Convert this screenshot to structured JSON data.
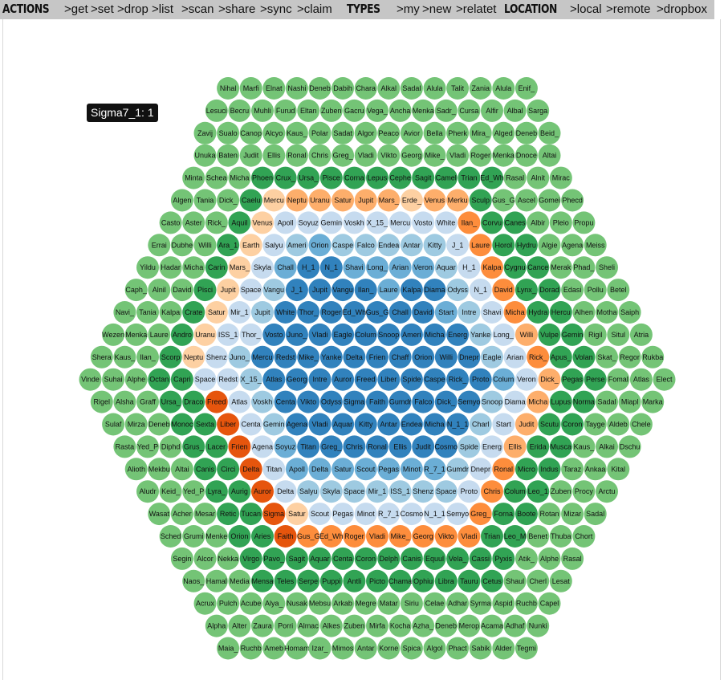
{
  "menu": {
    "actions_title": "ACTIONS",
    "actions": [
      ">get",
      ">set",
      ">drop",
      ">list",
      ">scan",
      ">share",
      ">sync",
      ">claim"
    ],
    "types_title": "TYPES",
    "types": [
      ">my",
      ">new",
      ">relatet"
    ],
    "location_title": "LOCATION",
    "locations": [
      ">local",
      ">remote",
      ">dropbox"
    ]
  },
  "tooltip": "Sigma7_1: 1",
  "palette": {
    "g1": "#74c476",
    "g2": "#31a354",
    "b1": "#3182bd",
    "b2": "#6baed6",
    "b3": "#9ecae1",
    "b4": "#c6dbef",
    "o1": "#e6550d",
    "o2": "#fd8d3c",
    "o3": "#fdae6b",
    "o4": "#fdd0a2"
  },
  "grid": [
    {
      "labels": [
        "Nihal",
        "Marfi",
        "Elnat",
        "Nashi",
        "Deneb",
        "Dabih",
        "Chara",
        "Alkal",
        "Sadal",
        "Alula",
        "Talit",
        "Zania",
        "Alula",
        "Enif_"
      ],
      "colors": [
        "g1",
        "g1",
        "g1",
        "g1",
        "g1",
        "g1",
        "g1",
        "g1",
        "g1",
        "g1",
        "g1",
        "g1",
        "g1",
        "g1"
      ]
    },
    {
      "labels": [
        "Lesuci",
        "Becru",
        "Muhli",
        "Furud",
        "Eltan",
        "Zuben",
        "Gacru",
        "Vega_",
        "Ancha",
        "Menka",
        "Sadr_",
        "Cursa",
        "Alfir",
        "Albal",
        "Sarga"
      ],
      "colors": [
        "g1",
        "g1",
        "g1",
        "g1",
        "g1",
        "g1",
        "g1",
        "g1",
        "g1",
        "g1",
        "g1",
        "g1",
        "g1",
        "g1",
        "g1"
      ]
    },
    {
      "labels": [
        "Zavij",
        "Sualo",
        "Canop",
        "Alcyo",
        "Kaus_",
        "Polar",
        "Sadat",
        "Algor",
        "Peaco",
        "Avior",
        "Bella",
        "Pherk",
        "Mira_",
        "Alged",
        "Deneb",
        "Beid_"
      ],
      "colors": [
        "g1",
        "g1",
        "g1",
        "g1",
        "g1",
        "g1",
        "g1",
        "g1",
        "g1",
        "g1",
        "g1",
        "g1",
        "g1",
        "g1",
        "g1",
        "g1"
      ]
    },
    {
      "labels": [
        "Unuka",
        "Baten",
        "Judit",
        "Ellis",
        "Ronal",
        "Chris",
        "Greg_",
        "Vladi",
        "Vikto",
        "Georg",
        "Mike_",
        "Vladi",
        "Roger",
        "Menka",
        "Dnoce",
        "Altai"
      ],
      "colors": [
        "g1",
        "g1",
        "g1",
        "g1",
        "g1",
        "g1",
        "g1",
        "g1",
        "g1",
        "g1",
        "g1",
        "g1",
        "g1",
        "g1",
        "g1",
        "g1"
      ]
    },
    {
      "labels": [
        "Minta",
        "Schea",
        "Micha",
        "Phoen",
        "Crux_",
        "Ursa_",
        "Pisce",
        "Corna",
        "Lepus",
        "Cephe",
        "Sagit",
        "Camel",
        "Trian",
        "Ed_Wh",
        "Rasal",
        "Alnit",
        "Mirac"
      ],
      "colors": [
        "g1",
        "g1",
        "g1",
        "g2",
        "g2",
        "g2",
        "g2",
        "g2",
        "g2",
        "g2",
        "g2",
        "g2",
        "g2",
        "g2",
        "g1",
        "g1",
        "g1"
      ]
    },
    {
      "labels": [
        "Algen",
        "Tania",
        "Dick_",
        "Caelu",
        "Mercu",
        "Neptu",
        "Uranu",
        "Satur",
        "Jupit",
        "Mars_",
        "Erde_",
        "Venus",
        "Merku",
        "Sculp",
        "Gus_G",
        "Ascel",
        "Gomei",
        "Phecd"
      ],
      "colors": [
        "g1",
        "g1",
        "g1",
        "g2",
        "o4",
        "o3",
        "o3",
        "o3",
        "o3",
        "o3",
        "o4",
        "o3",
        "o3",
        "g2",
        "g1",
        "g1",
        "g1",
        "g1"
      ]
    },
    {
      "labels": [
        "Casto",
        "Aster",
        "Rick_",
        "Aquil",
        "Venus",
        "Apoll",
        "Soyuz",
        "Gemin",
        "Voskh",
        "X_15_",
        "Mercu",
        "Vosto",
        "White",
        "Ilan_",
        "Corvu",
        "Canes",
        "Albir",
        "Pleio",
        "Propu"
      ],
      "colors": [
        "g1",
        "g1",
        "g1",
        "g2",
        "o4",
        "b4",
        "b4",
        "b4",
        "b4",
        "b4",
        "b4",
        "b4",
        "b4",
        "o2",
        "g2",
        "g2",
        "g1",
        "g1",
        "g1"
      ]
    },
    {
      "labels": [
        "Errai",
        "Dubhe",
        "Willi",
        "Ara_1",
        "Earth",
        "Salyu",
        "Ameri",
        "Orion",
        "Caspe",
        "Falco",
        "Endea",
        "Antar",
        "Kitty",
        "J_1",
        "Laure",
        "Horol",
        "Hydru",
        "Algie",
        "Agena",
        "Meiss"
      ],
      "colors": [
        "g1",
        "g1",
        "g1",
        "g2",
        "o4",
        "b4",
        "b3",
        "b2",
        "b3",
        "b3",
        "b3",
        "b3",
        "b3",
        "b4",
        "o2",
        "g2",
        "g2",
        "g1",
        "g1",
        "g1"
      ]
    },
    {
      "labels": [
        "Yildu",
        "Hadar",
        "Micha",
        "Carin",
        "Mars_",
        "Skyla",
        "Chall",
        "H_1",
        "N_1",
        "Shavi",
        "Long_",
        "Arian",
        "Veron",
        "Aquar",
        "H_1",
        "Kalpa",
        "Cygnu",
        "Cance",
        "Merak",
        "Phad_",
        "Sheli"
      ],
      "colors": [
        "g1",
        "g1",
        "g1",
        "g2",
        "o4",
        "b4",
        "b2",
        "b1",
        "b1",
        "b2",
        "b2",
        "b2",
        "b2",
        "b3",
        "b4",
        "o2",
        "g2",
        "g2",
        "g1",
        "g1",
        "g1"
      ]
    },
    {
      "labels": [
        "Caph_",
        "Alnil",
        "David",
        "Pisci",
        "Jupit",
        "Space",
        "Vangu",
        "J_1",
        "Jupit",
        "Vangu",
        "Ilan_",
        "Laure",
        "Kalpa",
        "Diama",
        "Odyss",
        "N_1",
        "David",
        "Lynx_",
        "Dorad",
        "Edasi",
        "Pollu",
        "Betel"
      ],
      "colors": [
        "g1",
        "g1",
        "g1",
        "g2",
        "o4",
        "b4",
        "b3",
        "b1",
        "b1",
        "b1",
        "b1",
        "b2",
        "b1",
        "b1",
        "b3",
        "b4",
        "o2",
        "g2",
        "g2",
        "g1",
        "g1",
        "g1"
      ]
    },
    {
      "labels": [
        "Navi_",
        "Tania",
        "Kalpa",
        "Crate",
        "Satur",
        "Mir_1",
        "Jupit",
        "White",
        "Thor_",
        "Roger",
        "Ed_Wh",
        "Gus_G",
        "Chall",
        "David",
        "Start",
        "Intre",
        "Shavi",
        "Micha",
        "Hydra",
        "Hercu",
        "Alhen",
        "Motha",
        "Saiph"
      ],
      "colors": [
        "g1",
        "g1",
        "g1",
        "g2",
        "o4",
        "b4",
        "b3",
        "b1",
        "b1",
        "b1",
        "b1",
        "b1",
        "b1",
        "b1",
        "b2",
        "b3",
        "b4",
        "o2",
        "g2",
        "g2",
        "g1",
        "g1",
        "g1"
      ]
    },
    {
      "labels": [
        "Wezen",
        "Menka",
        "Laure",
        "Andro",
        "Uranu",
        "ISS_1",
        "Thor_",
        "Vosto",
        "Juno_",
        "Vladi",
        "Eagle",
        "Colum",
        "Snoop",
        "Ameri",
        "Micha",
        "Energ",
        "Yanke",
        "Long_",
        "Willi",
        "Vulpe",
        "Gemin",
        "Rigil",
        "Situl",
        "Atria"
      ],
      "colors": [
        "g1",
        "g1",
        "g1",
        "g2",
        "o4",
        "b4",
        "b4",
        "b1",
        "b1",
        "b1",
        "b1",
        "b1",
        "b1",
        "b1",
        "b1",
        "b1",
        "b3",
        "b4",
        "o3",
        "g2",
        "g2",
        "g1",
        "g1",
        "g1"
      ]
    },
    {
      "labels": [
        "Shera",
        "Kaus_",
        "Ilan_",
        "Scorp",
        "Neptu",
        "Shenz",
        "Juno_",
        "Mercu",
        "Redst",
        "Mike_",
        "Yanke",
        "Delta",
        "Frien",
        "Chaff",
        "Orion",
        "Willi",
        "Dnepr",
        "Eagle",
        "Arian",
        "Rick_",
        "Apus_",
        "Volan",
        "Skat_",
        "Regor",
        "Rukba"
      ],
      "colors": [
        "g1",
        "g1",
        "g1",
        "g2",
        "o4",
        "b4",
        "b3",
        "b1",
        "b1",
        "b1",
        "b1",
        "b1",
        "b1",
        "b1",
        "b1",
        "b1",
        "b1",
        "b3",
        "b4",
        "o2",
        "g2",
        "g2",
        "g1",
        "g1",
        "g1"
      ]
    },
    {
      "labels": [
        "Vinde",
        "Suhai",
        "Alphe",
        "Octan",
        "Capri",
        "Space",
        "Redst",
        "X_15_",
        "Atlas",
        "Georg",
        "Intre",
        "Auror",
        "Freed",
        "Liber",
        "Spide",
        "Caspe",
        "Rick_",
        "Proto",
        "Colum",
        "Veron",
        "Dick_",
        "Pegas",
        "Perse",
        "Fomal",
        "Atlas",
        "Elect"
      ],
      "colors": [
        "g1",
        "g1",
        "g1",
        "g2",
        "g2",
        "b4",
        "b4",
        "b3",
        "b1",
        "b1",
        "b1",
        "b1",
        "b1",
        "b1",
        "b1",
        "b1",
        "b1",
        "b1",
        "b2",
        "b4",
        "o3",
        "g2",
        "g2",
        "g1",
        "g1",
        "g1"
      ]
    },
    {
      "labels": [
        "Rigel",
        "Alsha",
        "Graff",
        "Ursa_",
        "Draco",
        "Freed",
        "Atlas",
        "Voskh",
        "Centa",
        "Vikto",
        "Odyss",
        "Sigma",
        "Faith",
        "Gumdr",
        "Falco",
        "Dick_",
        "Semyo",
        "Snoop",
        "Diama",
        "Micha",
        "Lupus",
        "Norma",
        "Sadal",
        "Miapl",
        "Marka"
      ],
      "colors": [
        "g1",
        "g1",
        "g1",
        "g2",
        "g2",
        "o1",
        "b4",
        "b3",
        "b1",
        "b1",
        "b1",
        "b1",
        "b1",
        "b1",
        "b1",
        "b1",
        "b1",
        "b3",
        "b4",
        "o3",
        "g2",
        "g2",
        "g1",
        "g1",
        "g1"
      ]
    },
    {
      "labels": [
        "Sulaf",
        "Mirza",
        "Deneb",
        "Monoc",
        "Sexta",
        "Liber",
        "Centa",
        "Gemin",
        "Agena",
        "Vladi",
        "Aquar",
        "Kitty",
        "Antar",
        "Endea",
        "Micha",
        "N_1_1",
        "Charl",
        "Start",
        "Judit",
        "Scutu",
        "Coron",
        "Tayge",
        "Aldeb",
        "Chele"
      ],
      "colors": [
        "g1",
        "g1",
        "g1",
        "g2",
        "g2",
        "o1",
        "b4",
        "b3",
        "b1",
        "b1",
        "b1",
        "b1",
        "b1",
        "b1",
        "b1",
        "b1",
        "b3",
        "b4",
        "o3",
        "g2",
        "g2",
        "g1",
        "g1",
        "g1"
      ]
    },
    {
      "labels": [
        "Rasta",
        "Yed_P",
        "Diphd",
        "Grus_",
        "Lacer",
        "Frien",
        "Agena",
        "Soyuz",
        "Titan",
        "Greg_",
        "Chris",
        "Ronal",
        "Ellis",
        "Judit",
        "Cosmo",
        "Spide",
        "Energ",
        "Ellis",
        "Erida",
        "Musca",
        "Kaus_",
        "Alkai",
        "Dschu"
      ],
      "colors": [
        "g1",
        "g1",
        "g1",
        "g2",
        "g2",
        "o1",
        "b4",
        "b2",
        "b1",
        "b1",
        "b1",
        "b1",
        "b1",
        "b1",
        "b1",
        "b3",
        "b4",
        "o3",
        "g2",
        "g2",
        "g1",
        "g1",
        "g1"
      ]
    },
    {
      "labels": [
        "Alioth",
        "Mekbu",
        "Altai",
        "Canis",
        "Circi",
        "Delta",
        "Titan",
        "Apoll",
        "Delta",
        "Satur",
        "Scout",
        "Pegas",
        "Minot",
        "R_7_1",
        "Gumdr",
        "Dnepr",
        "Ronal",
        "Micro",
        "Indus",
        "Taraz",
        "Ankaa",
        "Kital"
      ],
      "colors": [
        "g1",
        "g1",
        "g1",
        "g2",
        "g2",
        "o1",
        "b4",
        "b2",
        "b2",
        "b2",
        "b2",
        "b2",
        "b2",
        "b2",
        "b3",
        "b4",
        "o2",
        "g2",
        "g2",
        "g1",
        "g1",
        "g1"
      ]
    },
    {
      "labels": [
        "Aludr",
        "Keid_",
        "Yed_P",
        "Lyra_",
        "Aurig",
        "Auror",
        "Delta",
        "Salyu",
        "Skyla",
        "Space",
        "Mir_1",
        "ISS_1",
        "Shenz",
        "Space",
        "Proto",
        "Chris",
        "Colum",
        "Leo_1",
        "Zuben",
        "Procy",
        "Arctu"
      ],
      "colors": [
        "g1",
        "g1",
        "g1",
        "g2",
        "g2",
        "o1",
        "b4",
        "b3",
        "b3",
        "b3",
        "b3",
        "b3",
        "b3",
        "b3",
        "b4",
        "o2",
        "g2",
        "g2",
        "g1",
        "g1",
        "g1"
      ]
    },
    {
      "labels": [
        "Wasat",
        "Acher",
        "Mesar",
        "Retic",
        "Tucan",
        "Sigma",
        "Satur",
        "Scout",
        "Pegas",
        "Minot",
        "R_7_1",
        "Cosmo",
        "N_1_1",
        "Semyo",
        "Greg_",
        "Forna",
        "Boote",
        "Rotan",
        "Mizar",
        "Sadal"
      ],
      "colors": [
        "g1",
        "g1",
        "g1",
        "g2",
        "g2",
        "o1",
        "o4",
        "b4",
        "b4",
        "b4",
        "b4",
        "b4",
        "b4",
        "b4",
        "o2",
        "g2",
        "g2",
        "g1",
        "g1",
        "g1"
      ]
    },
    {
      "labels": [
        "Sched",
        "Grumi",
        "Menke",
        "Orion",
        "Aries",
        "Faith",
        "Gus_G",
        "Ed_Wh",
        "Roger",
        "Vladi",
        "Mike_",
        "Georg",
        "Vikto",
        "Vladi",
        "Trian",
        "Leo_M",
        "Benet",
        "Thuba",
        "Chort"
      ],
      "colors": [
        "g1",
        "g1",
        "g1",
        "g2",
        "g2",
        "o1",
        "o2",
        "o2",
        "o2",
        "o2",
        "o2",
        "o2",
        "o2",
        "o2",
        "g2",
        "g2",
        "g1",
        "g1",
        "g1"
      ]
    },
    {
      "labels": [
        "Segin",
        "Alcor",
        "Nekka",
        "Virgo",
        "Pavo_",
        "Sagit",
        "Aquar",
        "Centa",
        "Coron",
        "Delph",
        "Canis",
        "Equul",
        "Vela_",
        "Cassi",
        "Pyxis",
        "Atik_",
        "Alphe",
        "Rasal"
      ],
      "colors": [
        "g1",
        "g1",
        "g1",
        "g2",
        "g2",
        "g2",
        "g2",
        "g2",
        "g2",
        "g2",
        "g2",
        "g2",
        "g2",
        "g2",
        "g2",
        "g1",
        "g1",
        "g1"
      ]
    },
    {
      "labels": [
        "Naos_",
        "Hamal",
        "Media",
        "Mensa",
        "Teles",
        "Serpe",
        "Puppi",
        "Antli",
        "Picto",
        "Chama",
        "Ophiu",
        "Libra",
        "Tauru",
        "Cetus",
        "Shaul",
        "Cherl",
        "Lesat"
      ],
      "colors": [
        "g1",
        "g1",
        "g1",
        "g2",
        "g2",
        "g2",
        "g2",
        "g2",
        "g2",
        "g2",
        "g2",
        "g2",
        "g2",
        "g2",
        "g1",
        "g1",
        "g1"
      ]
    },
    {
      "labels": [
        "Acrux",
        "Pulch",
        "Acube",
        "Alya_",
        "Nusak",
        "Mebsu",
        "Arkab",
        "Megre",
        "Matar",
        "Siriu",
        "Celae",
        "Adhar",
        "Syrma",
        "Aspid",
        "Ruchb",
        "Capel"
      ],
      "colors": [
        "g1",
        "g1",
        "g1",
        "g1",
        "g1",
        "g1",
        "g1",
        "g1",
        "g1",
        "g1",
        "g1",
        "g1",
        "g1",
        "g1",
        "g1",
        "g1"
      ]
    },
    {
      "labels": [
        "Alpha",
        "Alter",
        "Zaura",
        "Porri",
        "Almac",
        "Alkes",
        "Zuben",
        "Mirfa",
        "Kocha",
        "Azha_",
        "Deneb",
        "Merop",
        "Acama",
        "Adhaf",
        "Nunki"
      ],
      "colors": [
        "g1",
        "g1",
        "g1",
        "g1",
        "g1",
        "g1",
        "g1",
        "g1",
        "g1",
        "g1",
        "g1",
        "g1",
        "g1",
        "g1",
        "g1"
      ]
    },
    {
      "labels": [
        "Maia_",
        "Ruchb",
        "Ameb",
        "Homam",
        "Izar_",
        "Mimos",
        "Antar",
        "Korne",
        "Spica",
        "Algol",
        "Phact",
        "Sabik",
        "Alder",
        "Tegmi"
      ],
      "colors": [
        "g1",
        "g1",
        "g1",
        "g1",
        "g1",
        "g1",
        "g1",
        "g1",
        "g1",
        "g1",
        "g1",
        "g1",
        "g1",
        "g1"
      ]
    }
  ]
}
